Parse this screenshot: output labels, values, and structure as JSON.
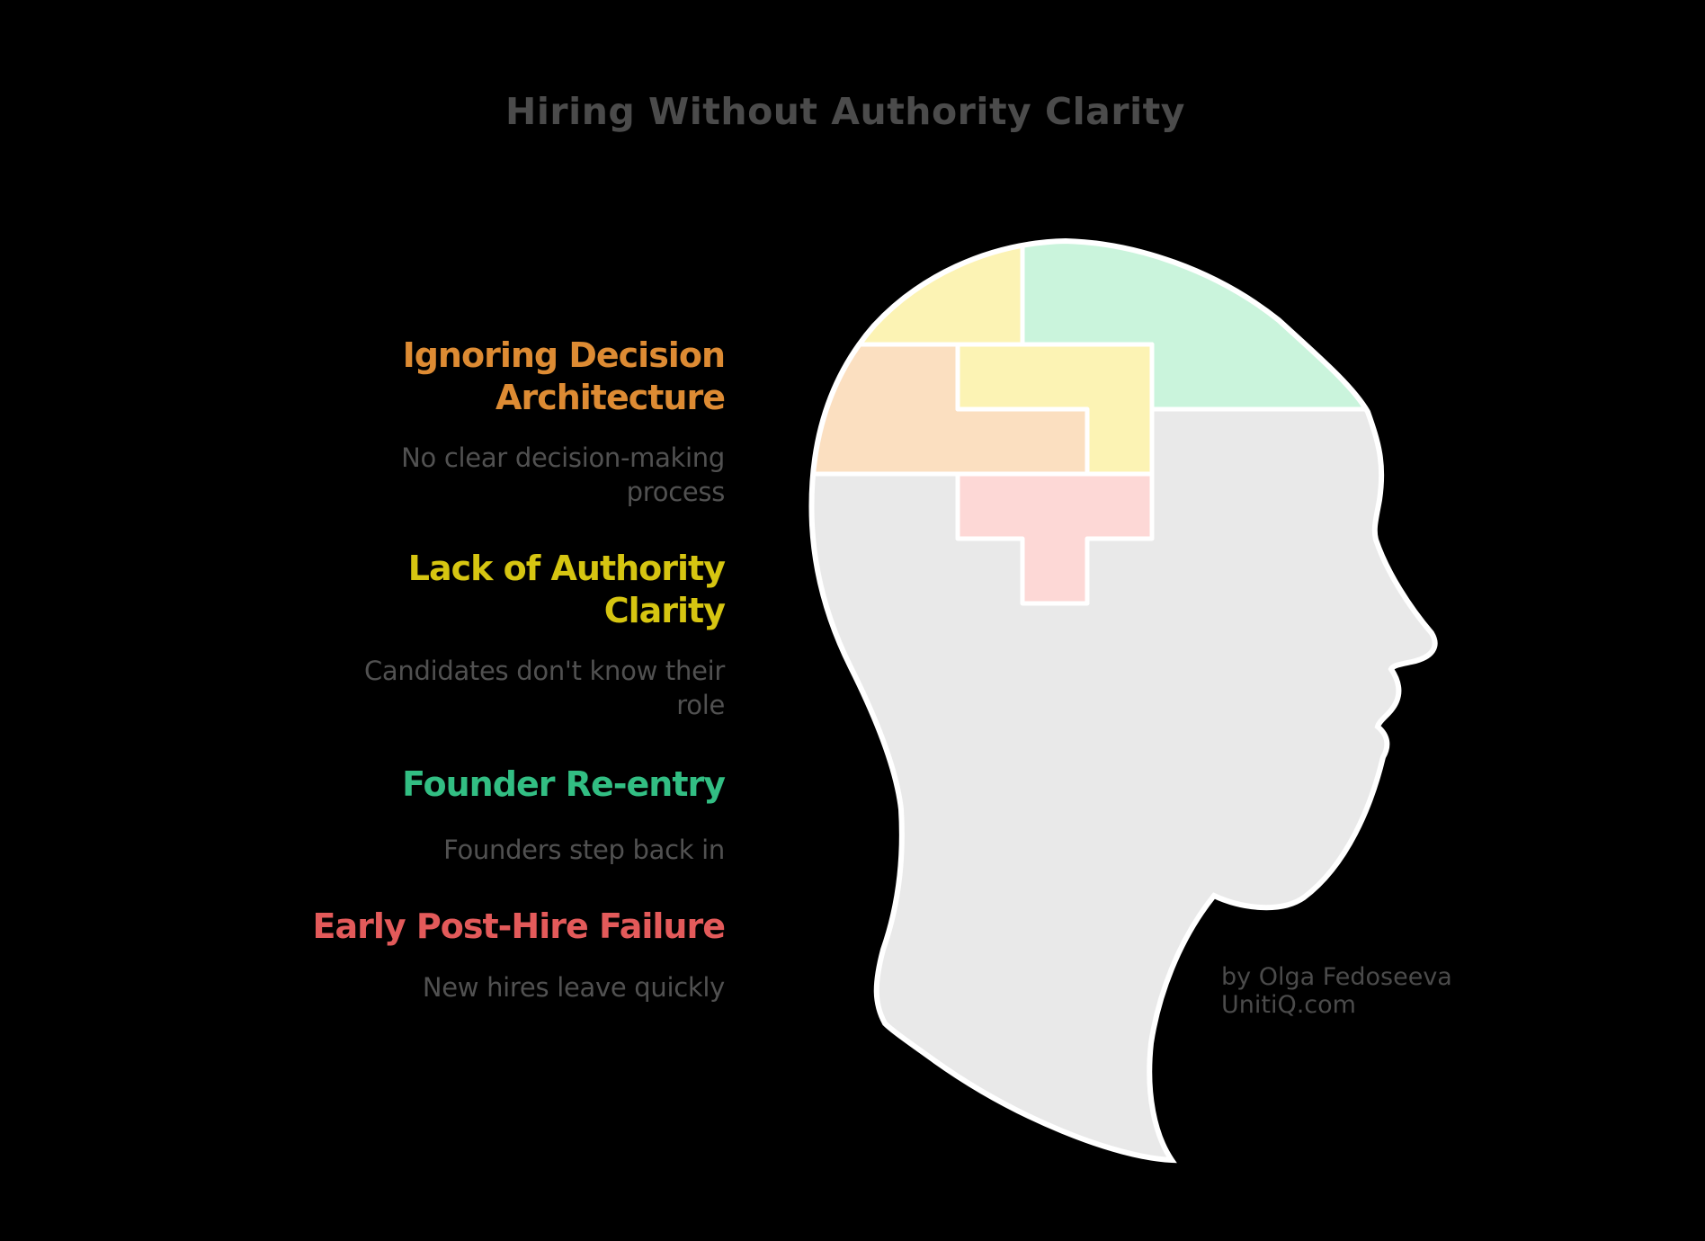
{
  "background": "#000000",
  "title": "Hiring Without Authority Clarity",
  "title_color": "#4b4b4b",
  "items": [
    {
      "heading": "Ignoring Decision Architecture",
      "description": "No clear decision-making process",
      "color": "#DD8B33"
    },
    {
      "heading": "Lack of Authority Clarity",
      "description": "Candidates don't know their role",
      "color": "#D6C511"
    },
    {
      "heading": "Founder Re-entry",
      "description": "Founders step back in",
      "color": "#32BE83"
    },
    {
      "heading": "Early Post-Hire Failure",
      "description": "New hires leave quickly",
      "color": "#E35A5A"
    }
  ],
  "description_color": "#515151",
  "head": {
    "fill": "#E9E9E9",
    "stroke": "#FFFFFF"
  },
  "puzzle": {
    "pieces": [
      {
        "name": "top-left-clarity-piece",
        "color": "#FCF3B4"
      },
      {
        "name": "founder-reentry-piece",
        "color": "#CAF4DC"
      },
      {
        "name": "decision-architecture-piece",
        "color": "#FBDFC0"
      },
      {
        "name": "authority-clarity-piece",
        "color": "#FCF3B4"
      },
      {
        "name": "post-hire-failure-piece",
        "color": "#FDD8D6"
      }
    ],
    "seam_color": "#FFFFFF"
  },
  "credit": {
    "line1": "by Olga Fedoseeva",
    "line2": "UnitiQ.com"
  }
}
